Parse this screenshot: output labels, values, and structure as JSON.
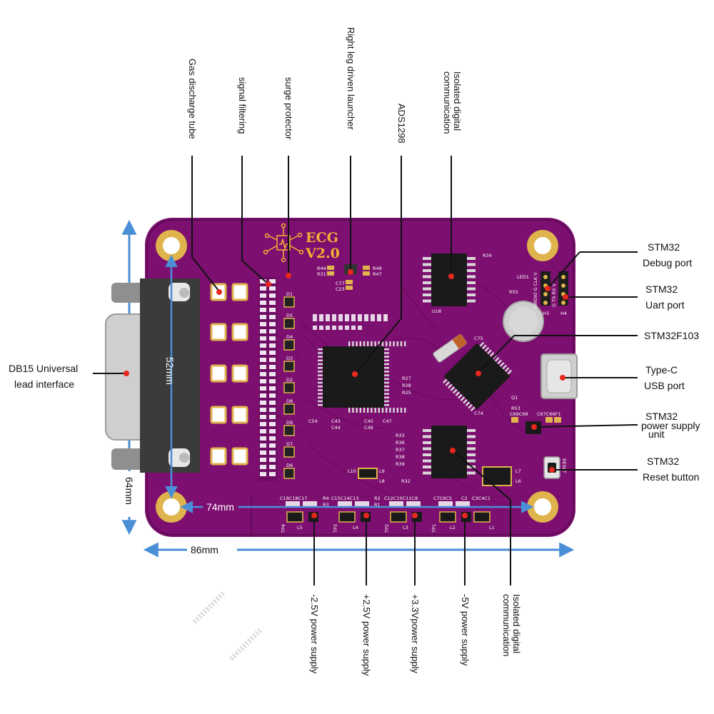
{
  "board": {
    "title": "ECG",
    "version": "V2.0",
    "colors": {
      "pcb": "#7d0f70",
      "pcb_dark": "#5e0a55",
      "pad": "#e0b44c",
      "callout": "#e8271f",
      "dimension": "#4a8fd6",
      "ic": "#1a1a1a"
    }
  },
  "dimensions": {
    "height_label": "64mm",
    "width_label": "86mm",
    "inner_height_label": "52mm",
    "inner_width_label": "74mm"
  },
  "labels": {
    "gas_discharge_tube": "Gas discharge tube",
    "signal_filtering": "signal filtering",
    "surge_protector": "surge protector",
    "right_leg_driven": "Right leg driven launcher",
    "ads1298": "ADS1298",
    "isolated_digital_top": [
      "Isolated digital",
      "communication"
    ],
    "stm32_debug": [
      "STM32",
      "Debug port"
    ],
    "stm32_uart": [
      "STM32",
      "Uart port"
    ],
    "stm32f103": "STM32F103",
    "type_c": [
      "Type-C",
      "USB port"
    ],
    "stm32_power": [
      "STM32",
      "power supply",
      "unit"
    ],
    "stm32_reset": [
      "STM32",
      "Reset button"
    ],
    "db15": [
      "DB15 Universal",
      "lead interface"
    ],
    "neg_2_5v": "-2.5V power supply",
    "pos_2_5v": "+2.5V power supply",
    "pos_3_3v": "+3.3Vpower supply",
    "neg_5v": "-5V power supply",
    "isolated_digital_bottom": [
      "Isolated digital",
      "communication"
    ]
  },
  "silkscreen": {
    "u18": "U18",
    "led1": "LED1",
    "h3": "H3",
    "h4": "H4",
    "reset": "RESET",
    "r44": "R44",
    "r31": "R31",
    "r48": "R48",
    "r47": "R47",
    "c77": "C77",
    "c23": "C23",
    "r34": "R34",
    "r55": "R55",
    "r27": "R27",
    "r28": "R28",
    "r25": "R25",
    "c75": "C75",
    "c74": "C74",
    "q1": "Q1",
    "r53": "R53",
    "r33": "R33",
    "r36": "R36",
    "r37": "R37",
    "r38": "R38",
    "r39": "R39",
    "r32": "R32",
    "l10": "L10",
    "l9": "L9",
    "l8": "L8",
    "l7": "L7",
    "l6": "L6",
    "l5": "L5",
    "l4": "L4",
    "l3": "L3",
    "l2": "L2",
    "l1": "L1",
    "tp4": "TP4",
    "tp3": "TP3",
    "tp2": "TP2",
    "tp1": "TP1",
    "c54": "C54",
    "c43": "C43",
    "c45": "C45",
    "c47": "C47",
    "c44": "C44",
    "c46": "C46",
    "c19c18c17": "C19C18C17",
    "r4": "R4",
    "r3": "R3",
    "c15c14c13": "C15C14C13",
    "r2": "R2",
    "r1": "R1",
    "c12c10c11c8": "C12C10C11C8",
    "c7c6c5": "C7C6C5",
    "c2": "C2",
    "c3c4c1": "C3C4C1",
    "d1": "D1",
    "d5": "D5",
    "d4": "D4",
    "d3": "D3",
    "d2": "D2",
    "d8": "D8",
    "d9": "D9",
    "d7": "D7",
    "d6": "D6",
    "c69c68": "C69C68",
    "c67c66f1": "C67C66F1",
    "h_pins": "SWDIO G CLK V",
    "u_pins": "G TX RX V"
  }
}
